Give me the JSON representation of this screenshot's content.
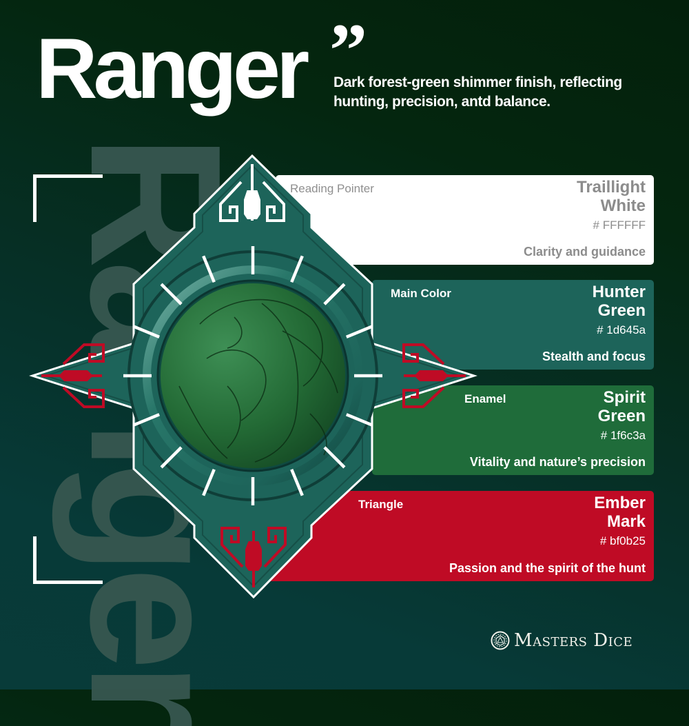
{
  "watermark": "Ranger",
  "header": {
    "title": "Ranger",
    "quote_mark": "”",
    "description": "Dark forest-green shimmer finish, reflecting hunting, precision, antd balance."
  },
  "swatches": [
    {
      "role": "Reading Pointer",
      "name_line1": "Traillight",
      "name_line2": "White",
      "hex": "# FFFFFF",
      "meaning": "Clarity and guidance",
      "color": "#ffffff"
    },
    {
      "role": "Main Color",
      "name_line1": "Hunter",
      "name_line2": "Green",
      "hex": "# 1d645a",
      "meaning": "Stealth and focus",
      "color": "#1d645a"
    },
    {
      "role": "Enamel",
      "name_line1": "Spirit",
      "name_line2": "Green",
      "hex": "# 1f6c3a",
      "meaning": "Vitality and nature’s precision",
      "color": "#1f6c3a"
    },
    {
      "role": "Triangle",
      "name_line1": "Ember",
      "name_line2": "Mark",
      "hex": "# bf0b25",
      "meaning": "Passion and the spirit of the hunt",
      "color": "#bf0b25"
    }
  ],
  "emblem": {
    "tick_count": 16,
    "center_icon": "dragon-icon"
  },
  "brand": {
    "logo_icon": "d20-dice-icon",
    "name": "Masters Dice"
  }
}
